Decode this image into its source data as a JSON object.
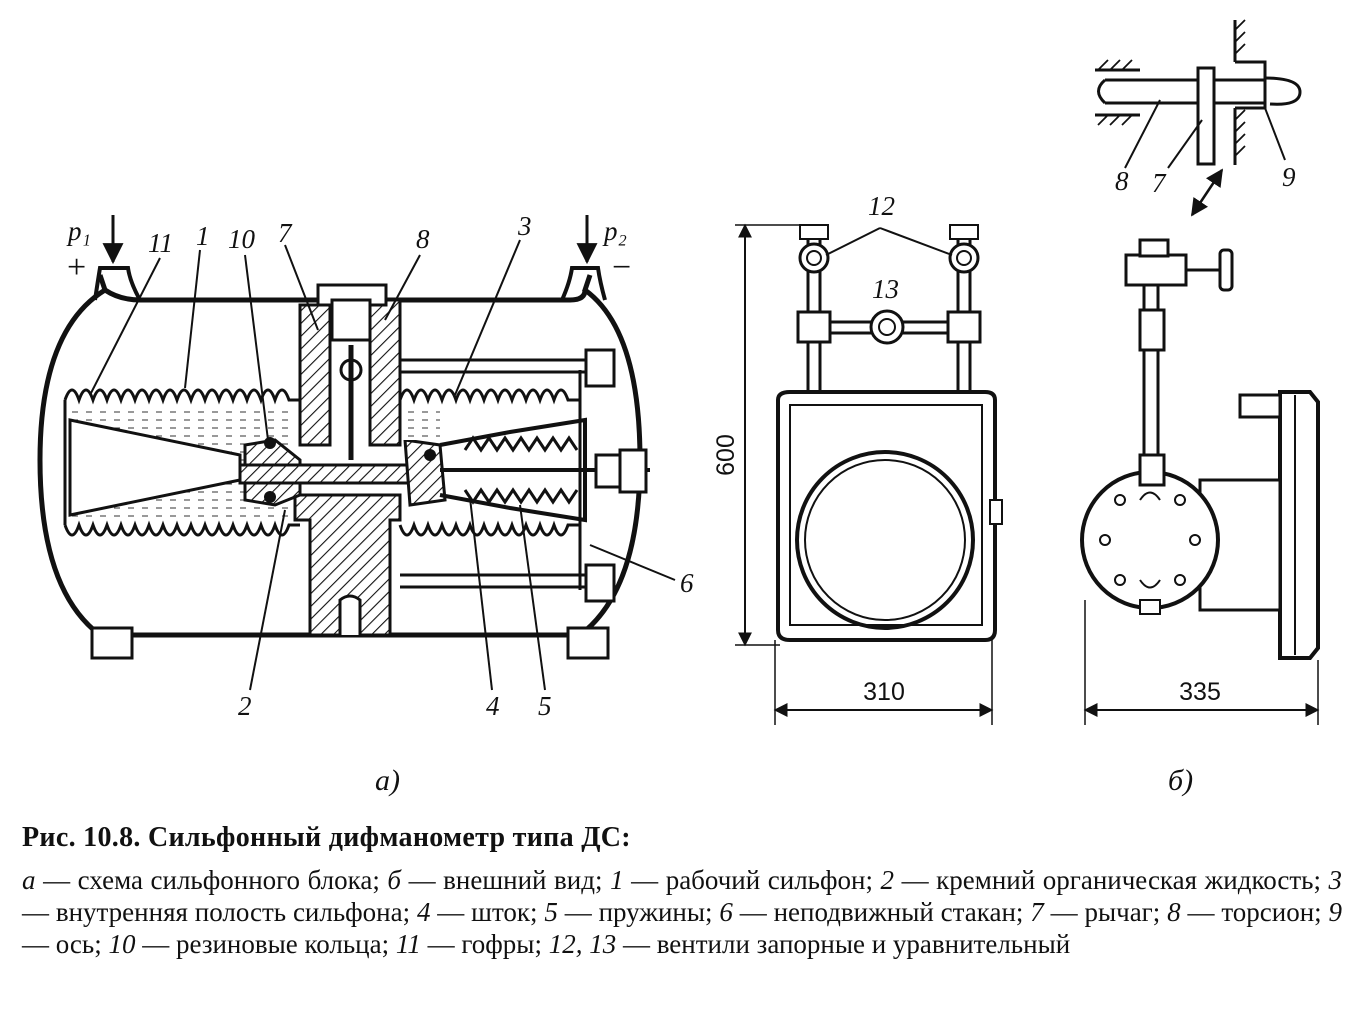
{
  "figure": {
    "pressure_high": "p₁",
    "pressure_low": "p₂",
    "sign_plus": "+",
    "sign_minus": "−",
    "part_labels_a": [
      "11",
      "1",
      "10",
      "7",
      "8",
      "3",
      "6",
      "2",
      "4",
      "5"
    ],
    "part_labels_b": [
      "12",
      "13",
      "8",
      "7",
      "9"
    ],
    "dim_height": "600",
    "dim_width_front": "310",
    "dim_width_side": "335",
    "subfig_a": "а)",
    "subfig_b": "б)"
  },
  "caption": {
    "title": "Рис. 10.8. Сильфонный дифманометр типа ДС:",
    "items": [
      {
        "key": "а",
        "text": "схема сильфонного блока"
      },
      {
        "key": "б",
        "text": "внешний вид"
      },
      {
        "key": "1",
        "text": "рабочий сильфон"
      },
      {
        "key": "2",
        "text": "кремний органическая жидкость"
      },
      {
        "key": "3",
        "text": "внутренняя полость сильфона"
      },
      {
        "key": "4",
        "text": "шток"
      },
      {
        "key": "5",
        "text": "пружины"
      },
      {
        "key": "6",
        "text": "неподвижный стакан"
      },
      {
        "key": "7",
        "text": "рычаг"
      },
      {
        "key": "8",
        "text": "торсион"
      },
      {
        "key": "9",
        "text": "ось"
      },
      {
        "key": "10",
        "text": "резиновые кольца"
      },
      {
        "key": "11",
        "text": "гофры"
      },
      {
        "key": "12, 13",
        "text": "вентили запорные и уравнительный"
      }
    ]
  }
}
